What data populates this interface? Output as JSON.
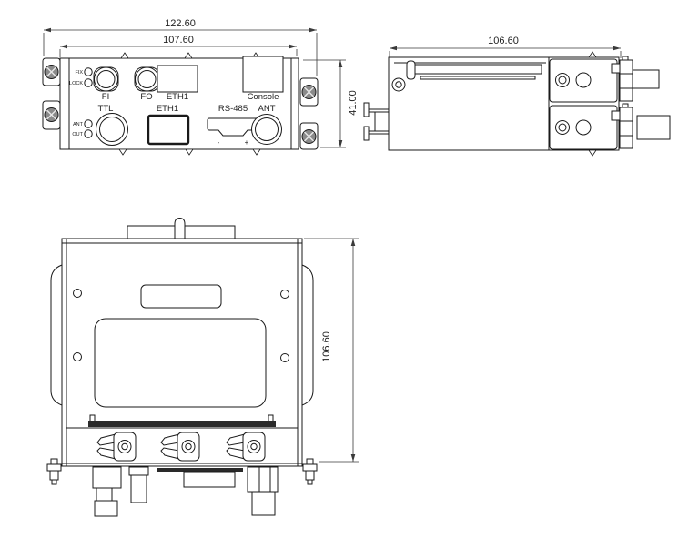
{
  "front_view": {
    "dim_outer_width": "122.60",
    "dim_inner_width": "107.60",
    "dim_height": "41.00",
    "led_labels": {
      "fix": "FIX",
      "lock": "LOCK",
      "ant": "ANT",
      "out": "OUT"
    },
    "top_ports": {
      "fi": "FI",
      "fo": "FO",
      "eth1": "ETH1",
      "console": "Console"
    },
    "bottom_ports": {
      "ttl": "TTL",
      "eth1": "ETH1",
      "rs485": "RS-485",
      "ant": "ANT"
    },
    "rs485_polarity": {
      "minus": "-",
      "plus": "+"
    }
  },
  "side_view": {
    "dim_width": "106.60"
  },
  "bottom_view": {
    "dim_height": "106.60"
  },
  "colors": {
    "line": "#1a1a1a",
    "background": "#ffffff"
  }
}
